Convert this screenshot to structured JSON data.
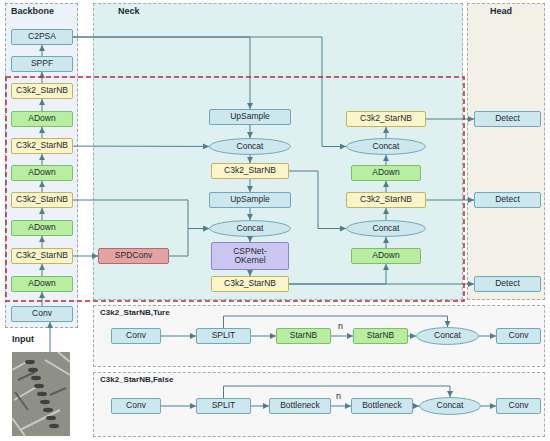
{
  "diagram": {
    "nodes": [
      {
        "text": [
          "Backbone"
        ]
      },
      {
        "text": [
          "C2PSA"
        ],
        "in": 0
      },
      {
        "text": [
          "SPPF"
        ],
        "in": 0
      },
      {
        "text": [
          "C3k2_StarNB"
        ],
        "in": 0
      },
      {
        "text": [
          "ADown"
        ],
        "in": 0
      },
      {
        "text": [
          "C3k2_StarNB"
        ],
        "in": 0
      },
      {
        "text": [
          "ADown"
        ],
        "in": 0
      },
      {
        "text": [
          "C3k2_StarNB"
        ],
        "in": 0
      },
      {
        "text": [
          "ADown"
        ],
        "in": 0
      },
      {
        "text": [
          "C3k2_StarNB"
        ],
        "in": 0
      },
      {
        "text": [
          "ADown"
        ],
        "in": 0
      },
      {
        "text": [
          "Conv"
        ],
        "in": 0
      },
      {
        "text": [
          "Neck"
        ]
      },
      {
        "text": [
          "UpSample"
        ],
        "in": 12
      },
      {
        "text": [
          "Concat"
        ],
        "in": 12
      },
      {
        "text": [
          "C3k2_StarNB"
        ],
        "in": 12
      },
      {
        "text": [
          "UpSample"
        ],
        "in": 12
      },
      {
        "text": [
          "Concat"
        ],
        "in": 12
      },
      {
        "text": [
          "CSPNet-OKernel"
        ],
        "in": 12
      },
      {
        "text": [
          "C3k2_StarNB"
        ],
        "in": 12
      },
      {
        "text": [
          "SPDConv"
        ],
        "in": 12
      },
      {
        "text": [
          "C3k2_StarNB"
        ],
        "in": 12
      },
      {
        "text": [
          "Concat"
        ],
        "in": 12
      },
      {
        "text": [
          "ADown"
        ],
        "in": 12
      },
      {
        "text": [
          "C3k2_StarNB"
        ],
        "in": 12
      },
      {
        "text": [
          "Concat"
        ],
        "in": 12
      },
      {
        "text": [
          "ADown"
        ],
        "in": 12
      },
      {
        "text": [
          "Head"
        ]
      },
      {
        "text": [
          "Detect"
        ],
        "in": 27
      },
      {
        "text": [
          "Detect"
        ],
        "in": 27
      },
      {
        "text": [
          "Detect"
        ],
        "in": 27
      },
      {
        "text": [
          "C3k2_StarNB,Ture"
        ]
      },
      {
        "text": [
          "Conv"
        ],
        "in": 31
      },
      {
        "text": [
          "SPLIT"
        ],
        "in": 31
      },
      {
        "text": [
          "StarNB"
        ],
        "in": 31
      },
      {
        "text": [
          "StarNB"
        ],
        "in": 31
      },
      {
        "text": [
          "Concat"
        ],
        "in": 31
      },
      {
        "text": [
          "Conv"
        ],
        "in": 31
      },
      {
        "text": [
          "C3k2_StarNB,False"
        ]
      },
      {
        "text": [
          "Conv"
        ],
        "in": 38
      },
      {
        "text": [
          "SPLIT"
        ],
        "in": 38
      },
      {
        "text": [
          "Bottleneck"
        ],
        "in": 38
      },
      {
        "text": [
          "Bottleneck"
        ],
        "in": 38
      },
      {
        "text": [
          "Concat"
        ],
        "in": 38
      },
      {
        "text": [
          "Conv"
        ],
        "in": 38
      }
    ],
    "edges": [
      {
        "from": 11,
        "to": 10,
        "arrow": "to"
      },
      {
        "from": 10,
        "to": 9,
        "arrow": "to"
      },
      {
        "from": 9,
        "to": 8,
        "arrow": "to"
      },
      {
        "from": 8,
        "to": 7,
        "arrow": "to"
      },
      {
        "from": 7,
        "to": 6,
        "arrow": "to"
      },
      {
        "from": 6,
        "to": 5,
        "arrow": "to"
      },
      {
        "from": 5,
        "to": 4,
        "arrow": "to"
      },
      {
        "from": 4,
        "to": 3,
        "arrow": "to"
      },
      {
        "from": 3,
        "to": 2,
        "arrow": "to"
      },
      {
        "from": 2,
        "to": 1,
        "arrow": "to"
      },
      {
        "from": 1,
        "to": 13,
        "arrow": "to"
      },
      {
        "from": 1,
        "to": 22,
        "arrow": "to"
      },
      {
        "from": 13,
        "to": 14,
        "arrow": "to"
      },
      {
        "from": 14,
        "to": 15,
        "arrow": "to"
      },
      {
        "from": 15,
        "to": 16,
        "arrow": "to"
      },
      {
        "from": 16,
        "to": 17,
        "arrow": "to"
      },
      {
        "from": 17,
        "to": 18,
        "arrow": "to"
      },
      {
        "from": 18,
        "to": 19,
        "arrow": "to"
      },
      {
        "from": 5,
        "to": 14,
        "arrow": "to"
      },
      {
        "from": 7,
        "to": 17,
        "arrow": "to"
      },
      {
        "from": 9,
        "to": 20,
        "arrow": "to"
      },
      {
        "from": 20,
        "to": 17,
        "arrow": "to"
      },
      {
        "from": 15,
        "to": 25,
        "arrow": "to"
      },
      {
        "from": 19,
        "to": 30,
        "arrow": "to"
      },
      {
        "from": 19,
        "to": 26,
        "arrow": "to"
      },
      {
        "from": 26,
        "to": 25,
        "arrow": "to"
      },
      {
        "from": 25,
        "to": 24,
        "arrow": "to"
      },
      {
        "from": 24,
        "to": 23,
        "arrow": "to"
      },
      {
        "from": 23,
        "to": 22,
        "arrow": "to"
      },
      {
        "from": 22,
        "to": 21,
        "arrow": "to"
      },
      {
        "from": 21,
        "to": 28,
        "arrow": "to"
      },
      {
        "from": 24,
        "to": 29,
        "arrow": "to"
      },
      {
        "from": 32,
        "to": 33,
        "arrow": "to"
      },
      {
        "from": 33,
        "to": 34,
        "arrow": "to"
      },
      {
        "from": 34,
        "to": 35,
        "arrow": "to"
      },
      {
        "from": 35,
        "to": 36,
        "arrow": "to"
      },
      {
        "from": 36,
        "to": 37,
        "arrow": "to"
      },
      {
        "from": 33,
        "to": 36,
        "arrow": "to"
      },
      {
        "from": 39,
        "to": 40,
        "arrow": "to"
      },
      {
        "from": 40,
        "to": 41,
        "arrow": "to"
      },
      {
        "from": 41,
        "to": 42,
        "arrow": "to"
      },
      {
        "from": 42,
        "to": 43,
        "arrow": "to"
      },
      {
        "from": 43,
        "to": 44,
        "arrow": "to"
      },
      {
        "from": 40,
        "to": 43,
        "arrow": "to"
      }
    ],
    "labels": [
      "Input",
      "n",
      "n"
    ]
  }
}
